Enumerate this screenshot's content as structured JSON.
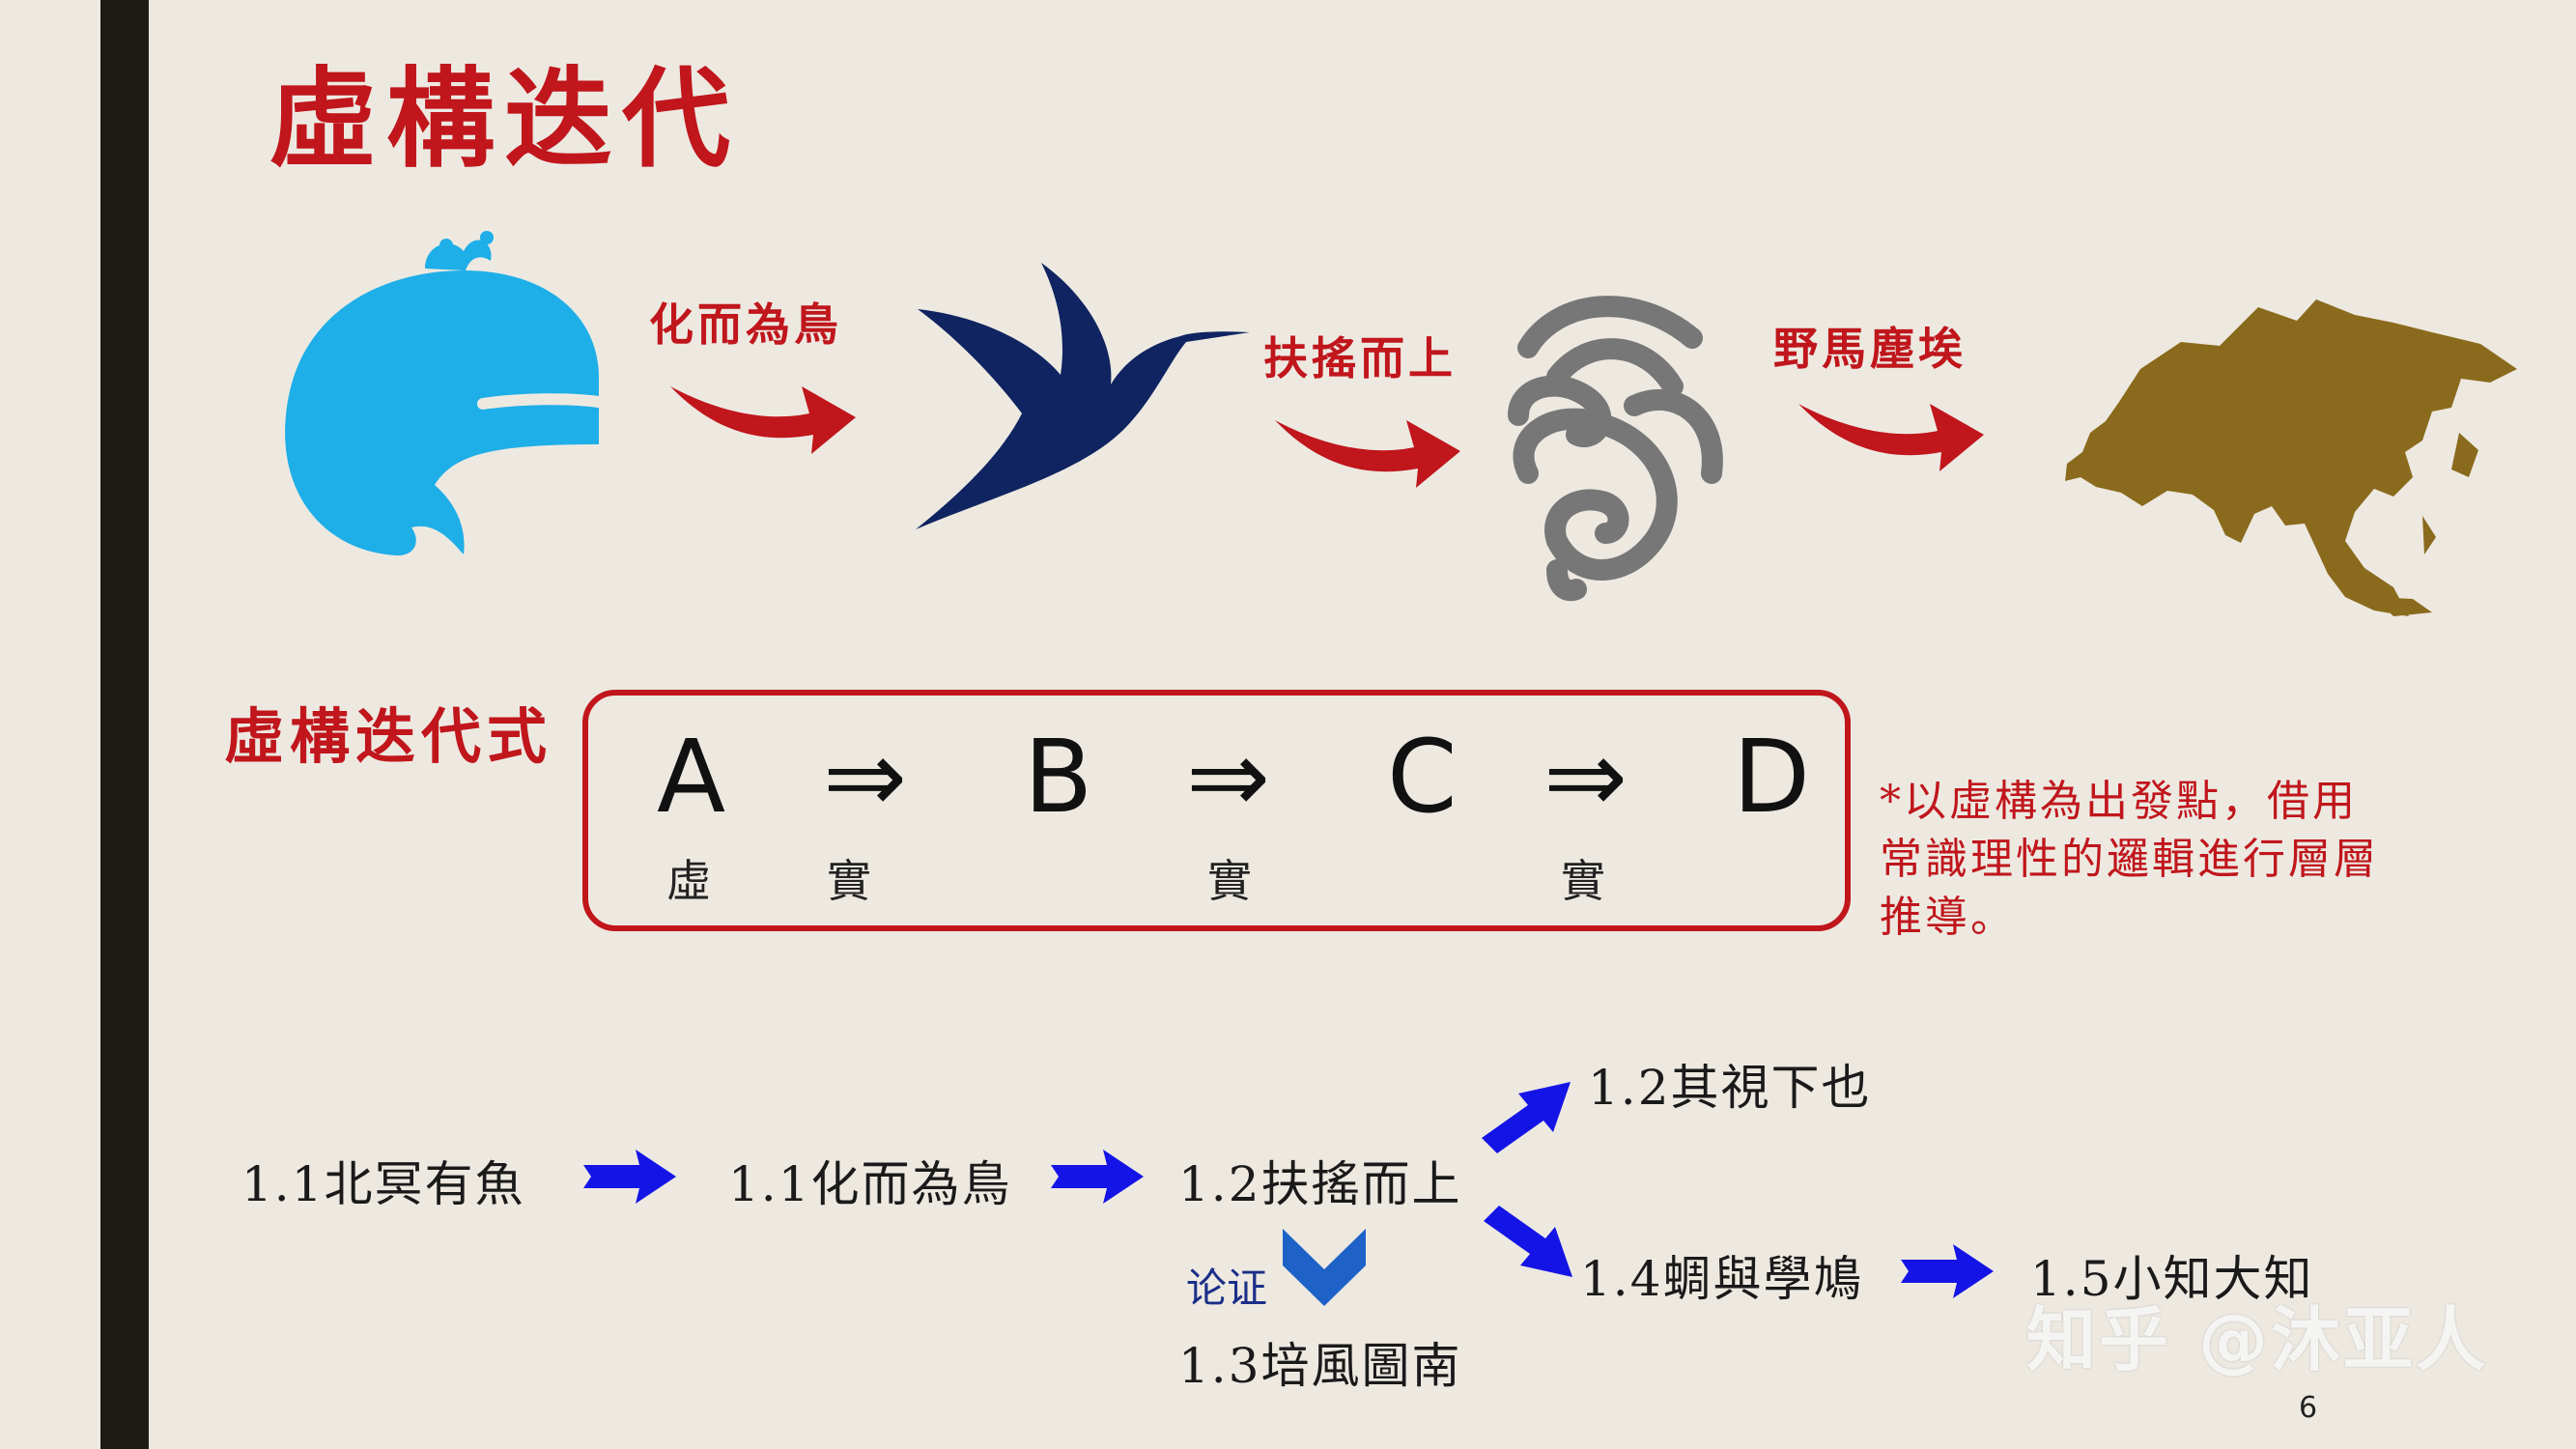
{
  "slide": {
    "title": "虛構迭代",
    "page_number": "6",
    "watermark": "知乎 @沐亚人",
    "colors": {
      "accent": "#c0161c",
      "background": "#ede9e1",
      "whale": "#1eaee8",
      "bird": "#0f2460",
      "cloud": "#777777",
      "map": "#8a6a1c",
      "flow_arrow": "#1414e6"
    }
  },
  "stages": {
    "labels": [
      "化而為鳥",
      "扶搖而上",
      "野馬塵埃"
    ],
    "icons": [
      "whale-icon",
      "hummingbird-icon",
      "cloud-swirl-icon",
      "asia-map-icon"
    ]
  },
  "formula": {
    "label": "虛構迭代式",
    "symbols": [
      "A",
      "⇒",
      "B",
      "⇒",
      "C",
      "⇒",
      "D"
    ],
    "subscripts": [
      "虛",
      "實",
      "實",
      "實"
    ],
    "note": "*以虛構為出發點，借用常識理性的邏輯進行層層推導。"
  },
  "flow": {
    "nodes": [
      "1.1北冥有魚",
      "1.1化而為鳥",
      "1.2扶搖而上",
      "1.2其視下也",
      "1.4蜩與學鳩",
      "1.5小知大知",
      "1.3培風圖南"
    ],
    "side_label": "论证"
  }
}
